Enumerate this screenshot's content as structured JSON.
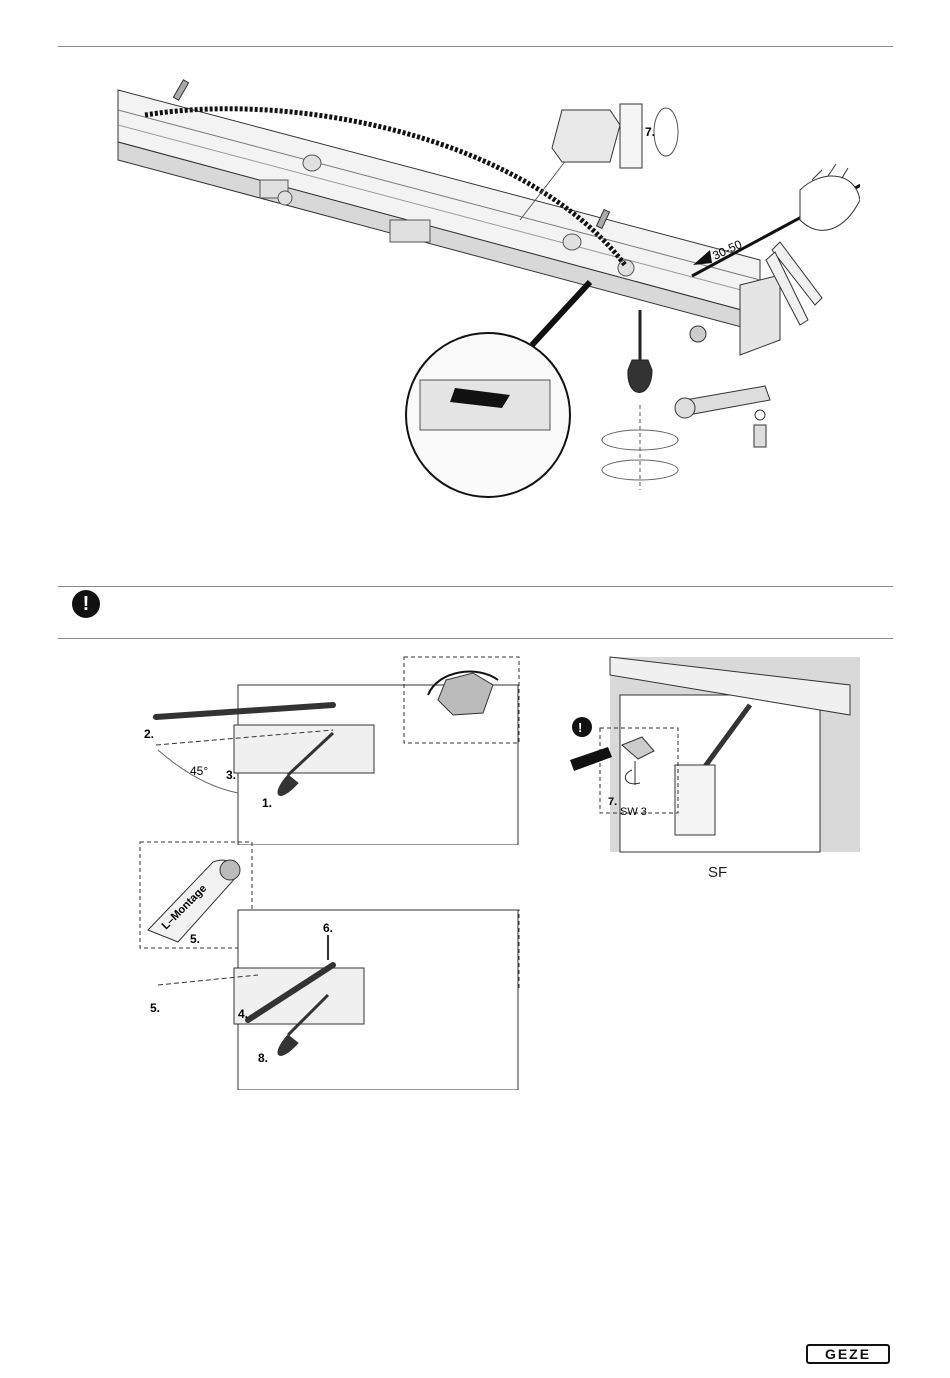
{
  "figure1": {
    "step_turn": "7.",
    "dimension": "30-50"
  },
  "figure2": {
    "angle": "45°",
    "steps": [
      "1.",
      "2.",
      "3.",
      "4.",
      "5.",
      "5.",
      "6.",
      "8."
    ],
    "callout_text": "L–Montage"
  },
  "figure3": {
    "step": "7.",
    "wrench": "SW 3",
    "caption": "SF"
  },
  "brand": {
    "logo": "GEZE"
  },
  "icons": [
    "exclamation-icon",
    "screwdriver-icon",
    "cutter-icon",
    "rotation-arrow-icon"
  ]
}
